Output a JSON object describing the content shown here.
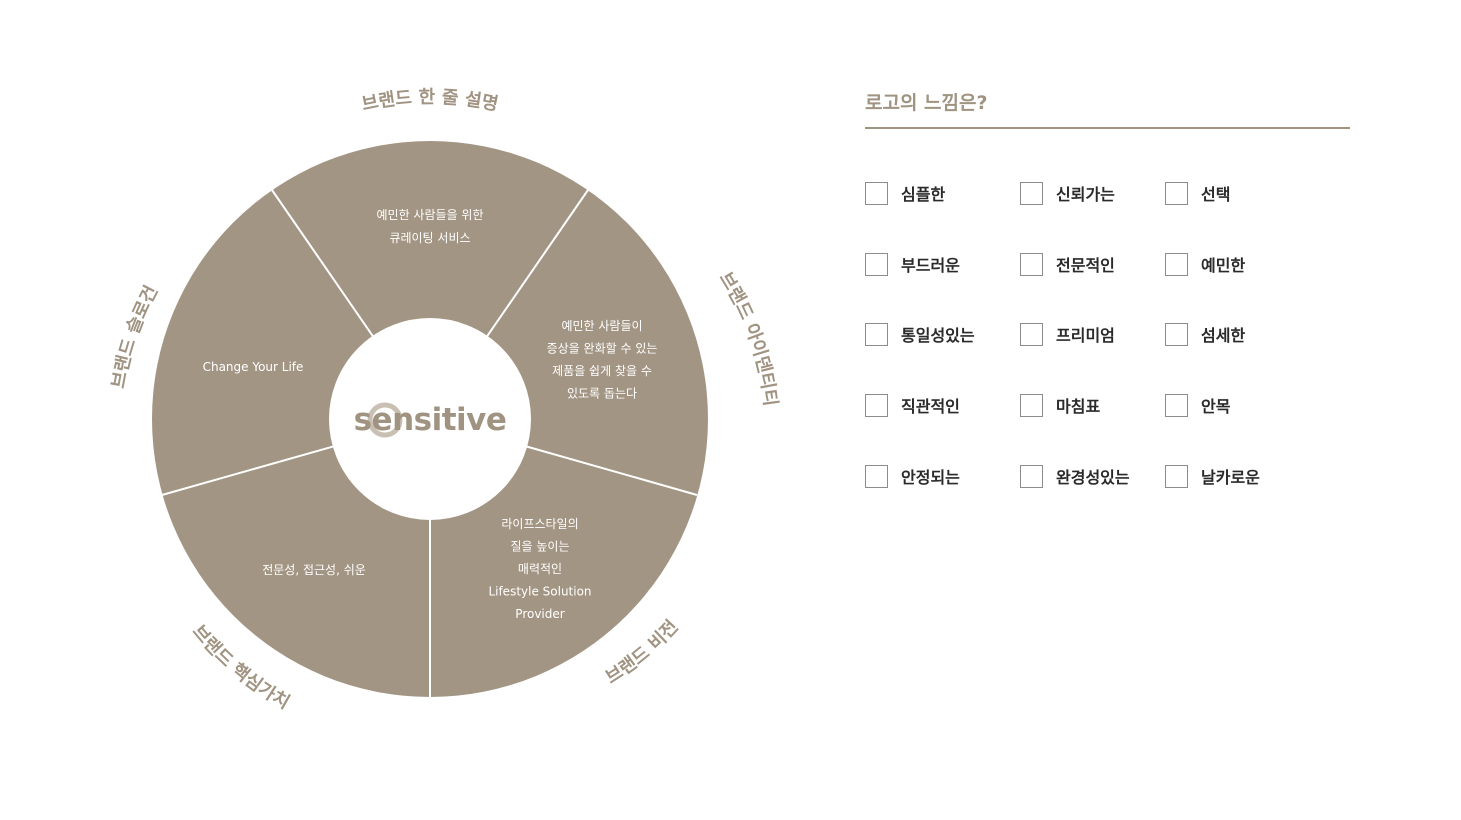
{
  "wheel": {
    "fill_color": "#a39583",
    "label_color": "#a09381",
    "center_logo": "sensitive",
    "outer_labels": {
      "one_line": "브랜드 한 줄 설명",
      "identity": "브랜드 아이덴티티",
      "vision": "브랜드 비전",
      "core_value": "브랜드 핵심가치",
      "slogan": "브랜드 슬로건"
    },
    "segments": {
      "top": [
        "예민한 사람들을 위한",
        "큐레이팅 서비스"
      ],
      "right": [
        "예민한 사람들이",
        "증상을 완화할 수 있는",
        "제품을 쉽게 찾을 수",
        "있도록 돕는다"
      ],
      "bottom_right": [
        "라이프스타일의",
        "질을 높이는",
        "매력적인",
        "Lifestyle Solution",
        "Provider"
      ],
      "bottom_left": [
        "전문성, 접근성, 쉬운"
      ],
      "left": [
        "Change Your Life"
      ]
    }
  },
  "survey": {
    "title": "로고의 느낌은?",
    "rows": [
      [
        "심플한",
        "신뢰가는",
        "선택"
      ],
      [
        "부드러운",
        "전문적인",
        "예민한"
      ],
      [
        "통일성있는",
        "프리미엄",
        "섬세한"
      ],
      [
        "직관적인",
        "마침표",
        "안목"
      ],
      [
        "안정되는",
        "완경성있는",
        "날카로운"
      ]
    ]
  }
}
